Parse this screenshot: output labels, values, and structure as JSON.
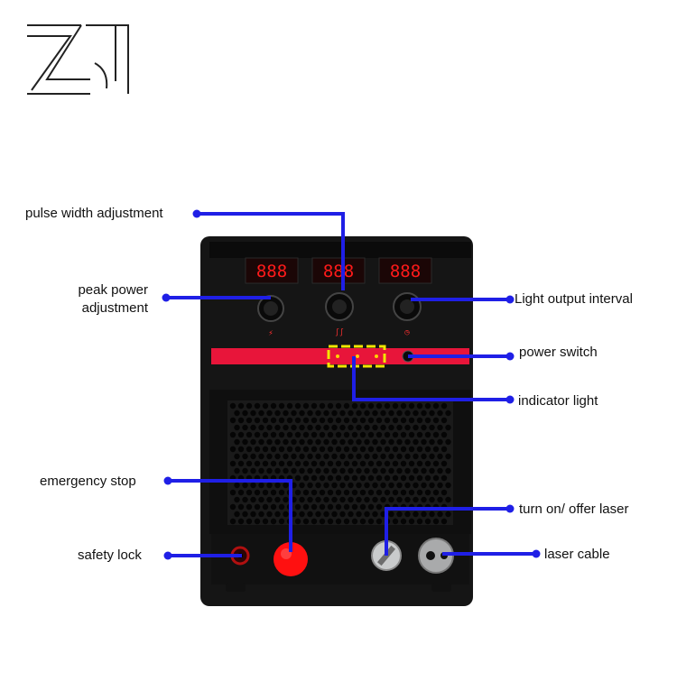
{
  "logo": {
    "name": "ZJ logo mark",
    "color": "#222222"
  },
  "device": {
    "body_color": "#151515",
    "stripe_color": "#e8153a",
    "display_color": "#ff1a1a",
    "display_segments": "888"
  },
  "labels": {
    "pulse_width": "pulse width adjustment",
    "peak_power": "peak power adjustment",
    "light_output": "Light output interval",
    "power_switch": "power switch",
    "indicator": "indicator light",
    "emergency_stop": "emergency stop",
    "turn_on": "turn on/ offer laser",
    "safety_lock": "safety lock",
    "laser_cable": "laser cable"
  },
  "colors": {
    "callout": "#1f1fe6",
    "highlight_box": "#f2e600",
    "estop": "#ff1010",
    "text": "#111111"
  }
}
